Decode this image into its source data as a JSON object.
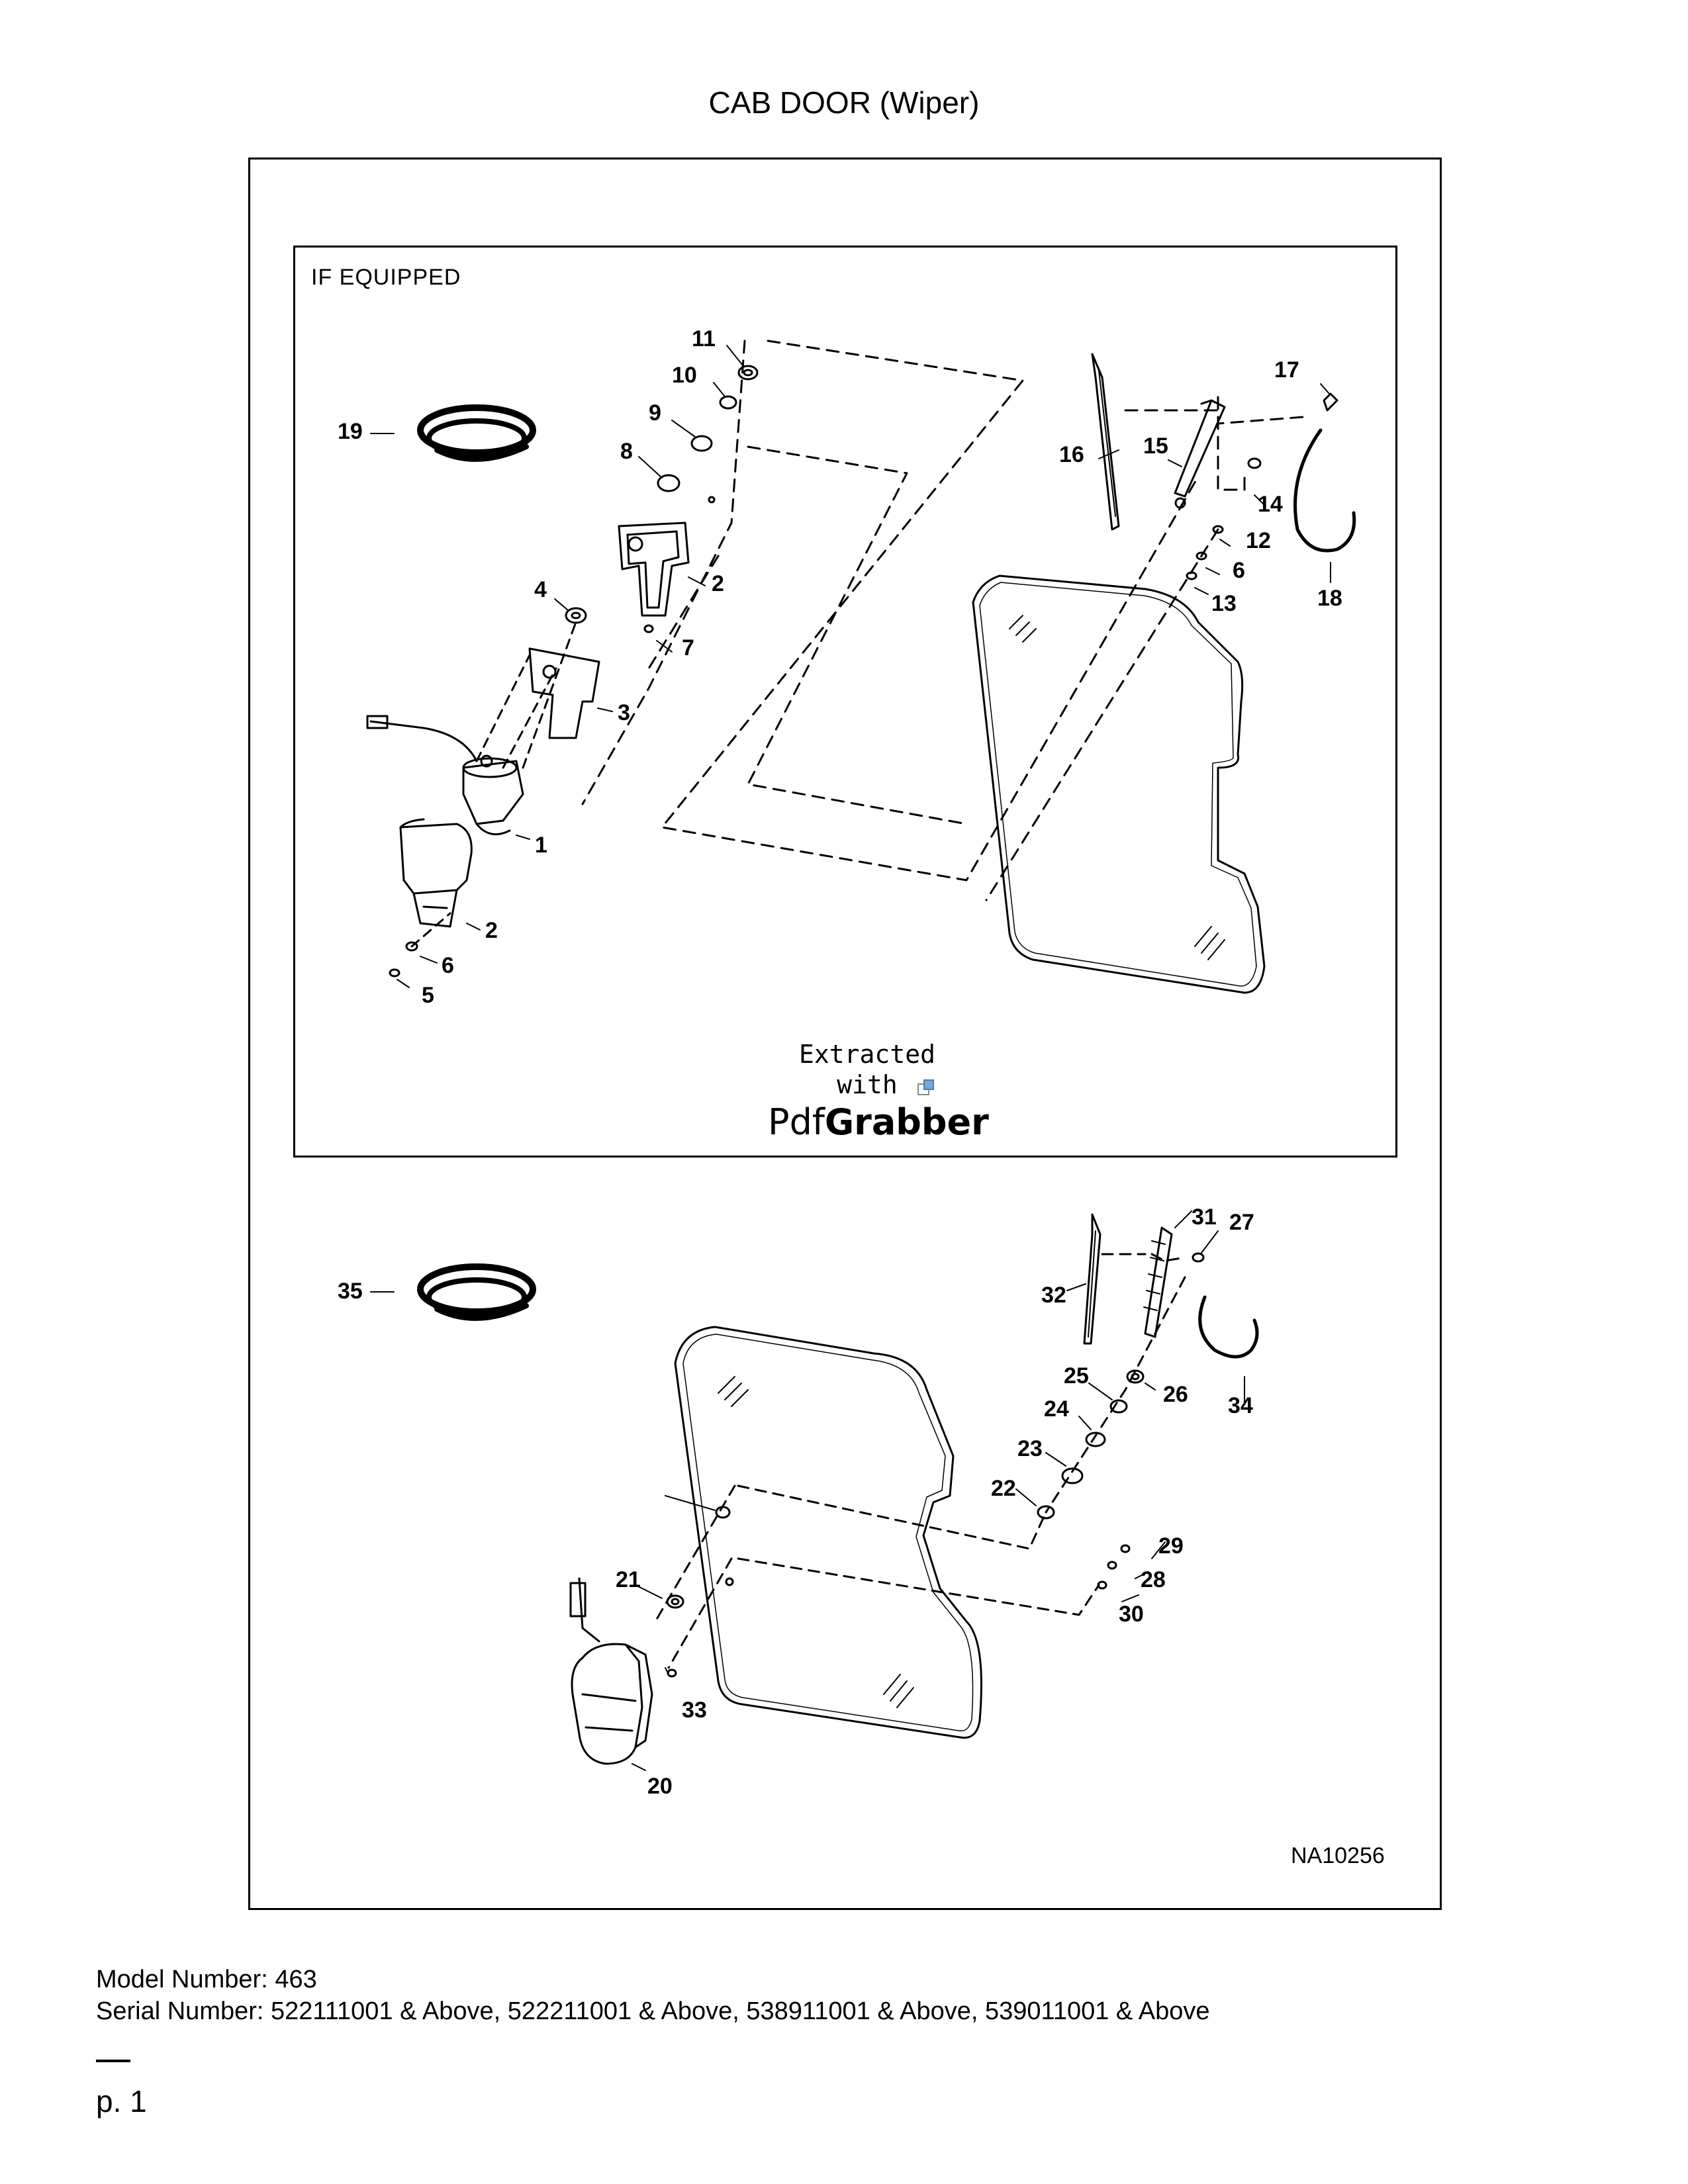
{
  "title": "CAB DOOR (Wiper)",
  "top_panel_label": "IF EQUIPPED",
  "callouts_top": [
    "1",
    "2",
    "2",
    "3",
    "4",
    "5",
    "6",
    "6",
    "7",
    "8",
    "9",
    "10",
    "11",
    "12",
    "13",
    "14",
    "15",
    "16",
    "17",
    "18",
    "19"
  ],
  "callouts_bottom": [
    "20",
    "21",
    "22",
    "23",
    "24",
    "25",
    "26",
    "27",
    "28",
    "29",
    "30",
    "31",
    "32",
    "33",
    "34",
    "35"
  ],
  "watermark": {
    "line1": "Extracted",
    "line2": "with",
    "brand_light": "Pdf",
    "brand_bold": "Grabber"
  },
  "drawing_code": "NA10256",
  "footer": {
    "model": "Model Number: 463",
    "serial": "Serial Number: 522111001 & Above, 522211001 & Above, 538911001 & Above, 539011001 & Above"
  },
  "page_label": "p. 1"
}
